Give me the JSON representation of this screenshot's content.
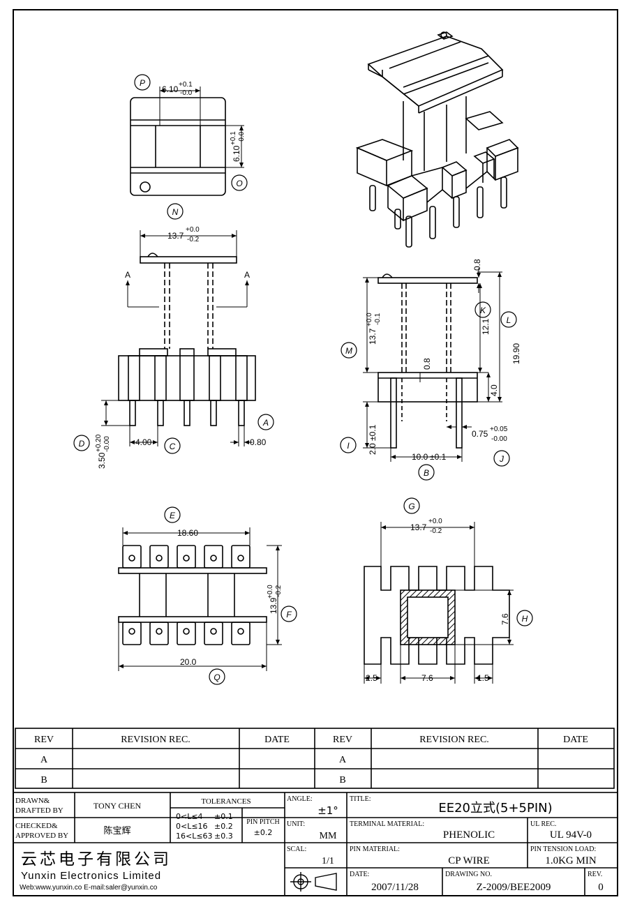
{
  "drawing": {
    "views": {
      "top": {
        "label_p": "P",
        "label_o": "O",
        "dim_w": "6.10",
        "dim_w_tol_up": "+0.1",
        "dim_w_tol_dn": "-0.0",
        "dim_h": "6.10",
        "dim_h_tol_up": "+0.1",
        "dim_h_tol_dn": "-0.0"
      },
      "front": {
        "label_n": "N",
        "width": "13.7",
        "width_tol_up": "+0.0",
        "width_tol_dn": "-0.2",
        "section": "A",
        "label_a": "A",
        "label_c": "C",
        "label_d": "D",
        "pitch": "4.00",
        "pin_w": "0.80",
        "pin_len": "3.50",
        "pin_len_tol_up": "+0.20",
        "pin_len_tol_dn": "-0.00"
      },
      "side": {
        "top_thk": "0.8",
        "label_k": "K",
        "label_l": "L",
        "label_m": "M",
        "label_i": "I",
        "label_j": "J",
        "label_b": "B",
        "winding_h": "13.7",
        "winding_h_tol_up": "+0.0",
        "winding_h_tol_dn": "-0.1",
        "inner_h": "12.1",
        "total_h": "19.90",
        "wall": "0.8",
        "base_h": "4.0",
        "pin_d": "0.75",
        "pin_d_tol_up": "+0.05",
        "pin_d_tol_dn": "-0.00",
        "pin_stub": "2.0",
        "pin_stub_tol": "±0.1",
        "row_pitch": "10.0",
        "row_pitch_tol": "±0.1"
      },
      "bottom": {
        "label_e": "E",
        "label_f": "F",
        "label_q": "Q",
        "top_w": "18.60",
        "depth": "13.9",
        "depth_tol_up": "+0.0",
        "depth_tol_dn": "-0.2",
        "base_w": "20.0"
      },
      "plan": {
        "label_g": "G",
        "label_h": "H",
        "width": "13.7",
        "width_tol_up": "+0.0",
        "width_tol_dn": "-0.2",
        "core": "7.6",
        "core_w": "7.6",
        "left": "2.5",
        "right": "1.5"
      }
    }
  },
  "revisions": {
    "headers": [
      "REV",
      "REVISION REC.",
      "DATE",
      "REV",
      "REVISION REC.",
      "DATE"
    ],
    "rows": [
      [
        "A",
        "",
        "",
        "A",
        "",
        ""
      ],
      [
        "B",
        "",
        "",
        "B",
        "",
        ""
      ]
    ]
  },
  "titleblock": {
    "drawn_label": "DRAWN&\nDRAFTED BY",
    "drawn_label_1": "DRAWN&",
    "drawn_label_2": "DRAFTED BY",
    "drawn_by": "TONY CHEN",
    "checked_label_1": "CHECKED&",
    "checked_label_2": "APPROVED BY",
    "checked_by": "陈宝辉",
    "tolerances_label": "TOLERANCES",
    "tol_rows": [
      [
        "0<L≤4",
        "±0.1"
      ],
      [
        "0<L≤16",
        "±0.2"
      ],
      [
        "16<L≤63",
        "±0.3"
      ]
    ],
    "pin_pitch_label": "PIN PITCH",
    "pin_pitch_value": "±0.2",
    "angle_label": "ANGLE:",
    "angle_value": "±1°",
    "unit_label": "UNIT:",
    "unit_value": "MM",
    "scale_label": "SCAL:",
    "scale_value": "1/1",
    "title_label": "TITLE:",
    "title_value": "EE20立式(5+5PIN)",
    "terminal_label": "TERMINAL MATERIAL:",
    "terminal_value": "PHENOLIC",
    "ul_label": "UL REC.",
    "ul_value": "UL 94V-0",
    "pin_mat_label": "PIN MATERIAL:",
    "pin_mat_value": "CP WIRE",
    "tension_label": "PIN TENSION LOAD:",
    "tension_value": "1.0KG MIN",
    "date_label": "DATE:",
    "date_value": "2007/11/28",
    "drawing_no_label": "DRAWING NO.",
    "drawing_no_value": "Z-2009/BEE2009",
    "rev_label": "REV.",
    "rev_value": "0",
    "company_cn": "云芯电子有限公司",
    "company_en": "Yunxin Electronics Limited",
    "web": "Web:www.yunxin.co E-mail:saler@yunxin.co"
  }
}
